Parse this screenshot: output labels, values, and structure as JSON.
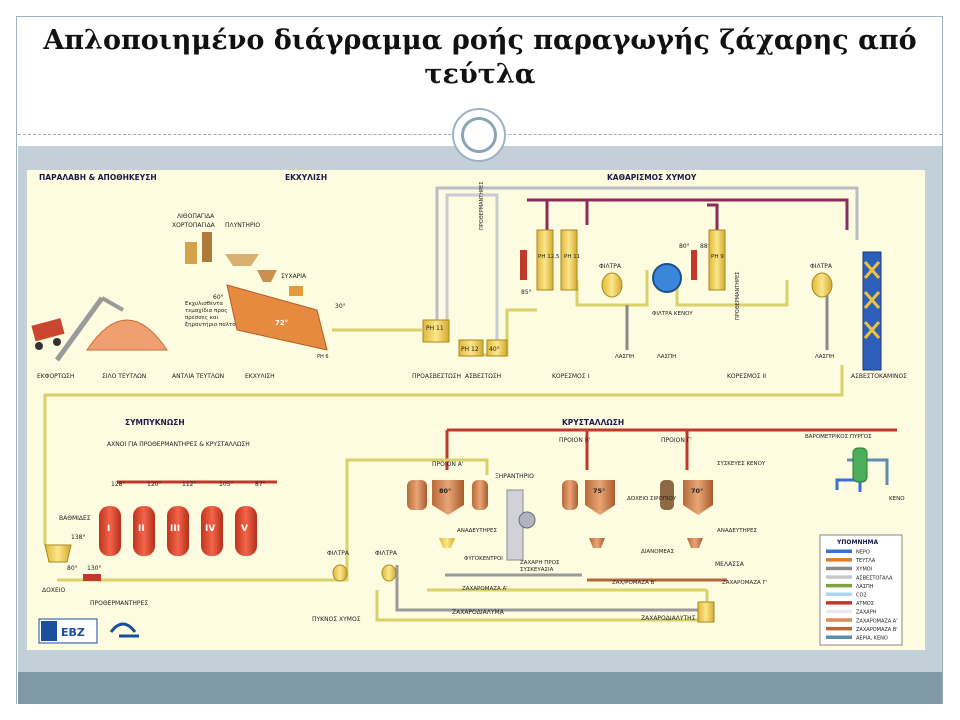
{
  "title": "Απλοποιημένο διάγραμμα ροής παραγωγής ζάχαρης από τεύτλα",
  "sections": {
    "receiving": "ΠΑΡΑΛΑΒΗ & ΑΠΟΘΗΚΕΥΣΗ",
    "extraction": "ΕΚΧΥΛΙΣΗ",
    "purification": "ΚΑΘΑΡΙΣΜΟΣ ΧΥΜΟΥ",
    "concentration": "ΣΥΜΠΥΚΝΩΣΗ",
    "crystallization": "ΚΡΥΣΤΑΛΛΩΣΗ"
  },
  "labels": {
    "unloading": "ΕΚΦΟΡΤΩΣΗ",
    "beet_silo": "ΣΙΛΟ ΤΕΥΤΛΩΝ",
    "beet_pump": "ΑΝΤΛΙΑ ΤΕΥΤΛΩΝ",
    "extraction_bottom": "ΕΚΧΥΛΙΣΗ",
    "stone_trap": "ΛΙΘΟΠΑΓΙΔΑ",
    "grass_trap": "ΧΟΡΤΟΠΑΓΙΔΑ",
    "washer": "ΠΛΥΝΤΗΡΙΟ",
    "slicers": "ΣΥΧΑΡΙΑ",
    "pulp_60": "60°",
    "pulp_note": "Εκχυλισθέντα τεμαχίδια προς πρέσσες και ξηραντήριο πολτού",
    "temp_72": "72°",
    "temp_30": "30°",
    "ph6": "PH 6",
    "ph11": "PH 11",
    "ph12": "PH 12",
    "temp_40": "40°",
    "preliming": "ΠΡΟΑΣΒΕΣΤΩΣΗ",
    "liming": "ΑΣΒΕΣΤΩΣΗ",
    "preheaters_v": "ΠΡΟΘΕΡΜΑΝΤΗΡΕΣ",
    "temp_85": "85°",
    "ph12_5": "PH 12,5",
    "ph11b": "PH 11",
    "filter1": "ΦΙΛΤΡΑ",
    "temp_80": "80°",
    "temp_88": "88°",
    "vacuum_filter": "ΦΙΛΤΡΑ ΚΕΝΟΥ",
    "ph9": "PH 9",
    "preheaters_v2": "ΠΡΟΘΕΡΜΑΝΤΗΡΕΣ",
    "filter2": "ΦΙΛΤΡΑ",
    "sludge1": "ΛΑΣΠΗ",
    "sludge2": "ΛΑΣΠΗ",
    "sludge3": "ΛΑΣΠΗ",
    "carbonation1": "ΚΟΡΕΣΜΟΣ Ι",
    "carbonation2": "ΚΟΡΕΣΜΟΣ ΙΙ",
    "lime_kiln": "ΑΣΒΕΣΤΟΚΑΜΙΝΟΣ",
    "evaporators_title": "ΑΧΝΟΙ ΓΙΑ ΠΡΟΘΕΡΜΑΝΤΗΡΕΣ & ΚΡΥΣΤΑΛΛΩΣΗ",
    "steps": "ΒΑΘΜΙΔΕΣ",
    "temp_138": "138°",
    "temp_128": "128°",
    "temp_120": "120°",
    "temp_112": "112°",
    "temp_105": "105°",
    "temp_87": "87°",
    "temp_80b": "80°",
    "temp_130": "130°",
    "effect_1": "I",
    "effect_2": "II",
    "effect_3": "III",
    "effect_4": "IV",
    "effect_5": "V",
    "tank": "ΔΟΧΕΙΟ",
    "preheaters_h": "ΠΡΟΘΕΡΜΑΝΤΗΡΕΣ",
    "filters3": "ΦΙΛΤΡΑ",
    "filters4": "ΦΙΛΤΡΑ",
    "thick_juice": "ΠΥΚΝΟΣ ΧΥΜΟΣ",
    "product_a": "ΠΡΟΙΟΝ Α'",
    "product_b": "ΠΡΟΙΟΝ Β'",
    "product_c": "ΠΡΟΙΟΝ Γ'",
    "temp_80c": "80°",
    "temp_75": "75°",
    "temp_70": "70°",
    "dryer": "ΞΗΡΑΝΤΗΡΙΟ",
    "mixers1": "ΑΝΑΔΕΥΤΗΡΕΣ",
    "mixers2": "ΑΝΑΔΕΥΤΗΡΕΣ",
    "centrifuges": "ΦΥΓΟΚΕΝΤΡΟΙ",
    "sugar_pack": "ΖΑΧΑΡΗ ΠΡΟΣ ΣΥΣΚΕΥΑΣΙΑ",
    "syrup_tank": "ΔΟΧΕΙΟ ΣΙΡΟΠΙΟΥ",
    "vacuum_devices": "ΣΥΣΚΕΥΕΣ ΚΕΝΟΥ",
    "distributors": "ΔΙΑΝΟΜΕΑΣ",
    "molasses": "ΜΕΛΑΣΣΑ",
    "massecuite_a": "ΖΑΧΑΡΟΜΑΖΑ Α'",
    "massecuite_b": "ΖΑΧ/ΡΟΜΑΖΑ Β'",
    "massecuite_c": "ΖΑΧΑΡΟΜΑΖΑ Γ'",
    "sugar_syrup": "ΖΑΧΑΡΟΔΙΑΛΥΜΑ",
    "sugar_dissolver": "ΖΑΧΑΡΟΔΙΑΛΥΤΗΣ",
    "barometric_tower": "ΒΑΡΟΜΕΤΡΙΚΟΣ ΠΥΡΓΟΣ",
    "vacuum_out": "ΚΕΝΟ",
    "logo_text": "ΕΒΖ"
  },
  "legend": {
    "title": "ΥΠΟΜΝΗΜΑ",
    "items": [
      {
        "label": "ΝΕΡΟ",
        "color": "#3a6fd8"
      },
      {
        "label": "ΤΕΥΤΛΑ",
        "color": "#e07a2a"
      },
      {
        "label": "ΧΥΜΟΙ",
        "color": "#8a8a8a"
      },
      {
        "label": "ΑΣΒΕΣΤΟΓΑΛΑ",
        "color": "#c8c8c8"
      },
      {
        "label": "ΛΑΣΠΗ",
        "color": "#7ea33a"
      },
      {
        "label": "CO2",
        "color": "#a8d7f2"
      },
      {
        "label": "ΑΤΜΟΣ",
        "color": "#c0392b"
      },
      {
        "label": "ΖΑΧΑΡΗ",
        "color": "#e8e8f0"
      },
      {
        "label": "ΖΑΧΑΡΟΜΑΖΑ Α'",
        "color": "#d98b5a"
      },
      {
        "label": "ΖΑΧΑΡΟΜΑΖΑ Β'",
        "color": "#b7663a"
      },
      {
        "label": "ΑΕΡΙΑ, ΚΕΝΟ",
        "color": "#5b8fb0"
      }
    ]
  }
}
